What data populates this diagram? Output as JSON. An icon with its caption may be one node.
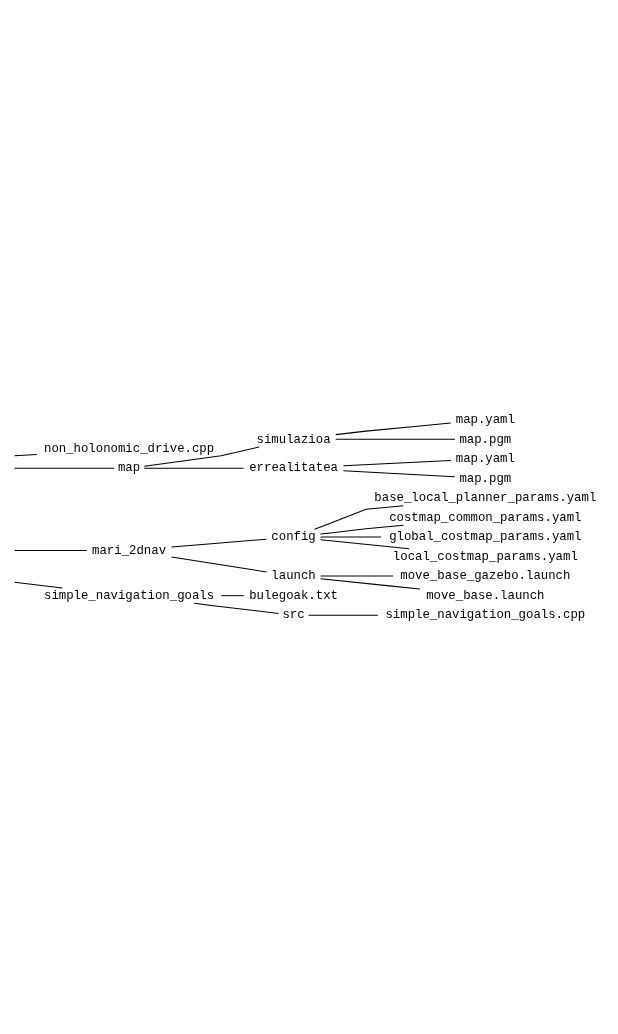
{
  "diagram": {
    "nodes": [
      {
        "text": [
          "non_holonomic_drive.cpp"
        ]
      },
      {
        "text": [
          "map"
        ]
      },
      {
        "text": [
          "simulazioa"
        ]
      },
      {
        "text": [
          "map.yaml"
        ]
      },
      {
        "text": [
          "map.pgm"
        ]
      },
      {
        "text": [
          "errealitatea"
        ]
      },
      {
        "text": [
          "map.yaml"
        ]
      },
      {
        "text": [
          "map.pgm"
        ]
      },
      {
        "text": [
          "mari_2dnav"
        ]
      },
      {
        "text": [
          "config"
        ]
      },
      {
        "text": [
          "base_local_planner_params.yaml"
        ]
      },
      {
        "text": [
          "costmap_common_params.yaml"
        ]
      },
      {
        "text": [
          "global_costmap_params.yaml"
        ]
      },
      {
        "text": [
          "local_costmap_params.yaml"
        ]
      },
      {
        "text": [
          "launch"
        ]
      },
      {
        "text": [
          "move_base_gazebo.launch"
        ]
      },
      {
        "text": [
          "move_base.launch"
        ]
      },
      {
        "text": [
          "simple_navigation_goals"
        ]
      },
      {
        "text": [
          "bulegoak.txt"
        ]
      },
      {
        "text": [
          "src"
        ]
      },
      {
        "text": [
          "simple_navigation_goals.cpp"
        ]
      }
    ],
    "edges": [
      {
        "from": null,
        "to": 0,
        "arrow": "none"
      },
      {
        "from": null,
        "to": 1,
        "arrow": "none"
      },
      {
        "from": 1,
        "to": 2,
        "arrow": "none"
      },
      {
        "from": 2,
        "to": 3,
        "arrow": "none"
      },
      {
        "from": 2,
        "to": 4,
        "arrow": "none"
      },
      {
        "from": 1,
        "to": 5,
        "arrow": "none"
      },
      {
        "from": 5,
        "to": 6,
        "arrow": "none"
      },
      {
        "from": 5,
        "to": 7,
        "arrow": "none"
      },
      {
        "from": null,
        "to": 8,
        "arrow": "none"
      },
      {
        "from": 8,
        "to": 9,
        "arrow": "none"
      },
      {
        "from": 9,
        "to": 10,
        "arrow": "none"
      },
      {
        "from": 9,
        "to": 11,
        "arrow": "none"
      },
      {
        "from": 9,
        "to": 12,
        "arrow": "none"
      },
      {
        "from": 9,
        "to": 13,
        "arrow": "none"
      },
      {
        "from": 8,
        "to": 14,
        "arrow": "none"
      },
      {
        "from": 14,
        "to": 15,
        "arrow": "none"
      },
      {
        "from": 14,
        "to": 16,
        "arrow": "none"
      },
      {
        "from": null,
        "to": 17,
        "arrow": "none"
      },
      {
        "from": 17,
        "to": 18,
        "arrow": "none"
      },
      {
        "from": 17,
        "to": 19,
        "arrow": "none"
      },
      {
        "from": 19,
        "to": 20,
        "arrow": "none"
      }
    ]
  }
}
